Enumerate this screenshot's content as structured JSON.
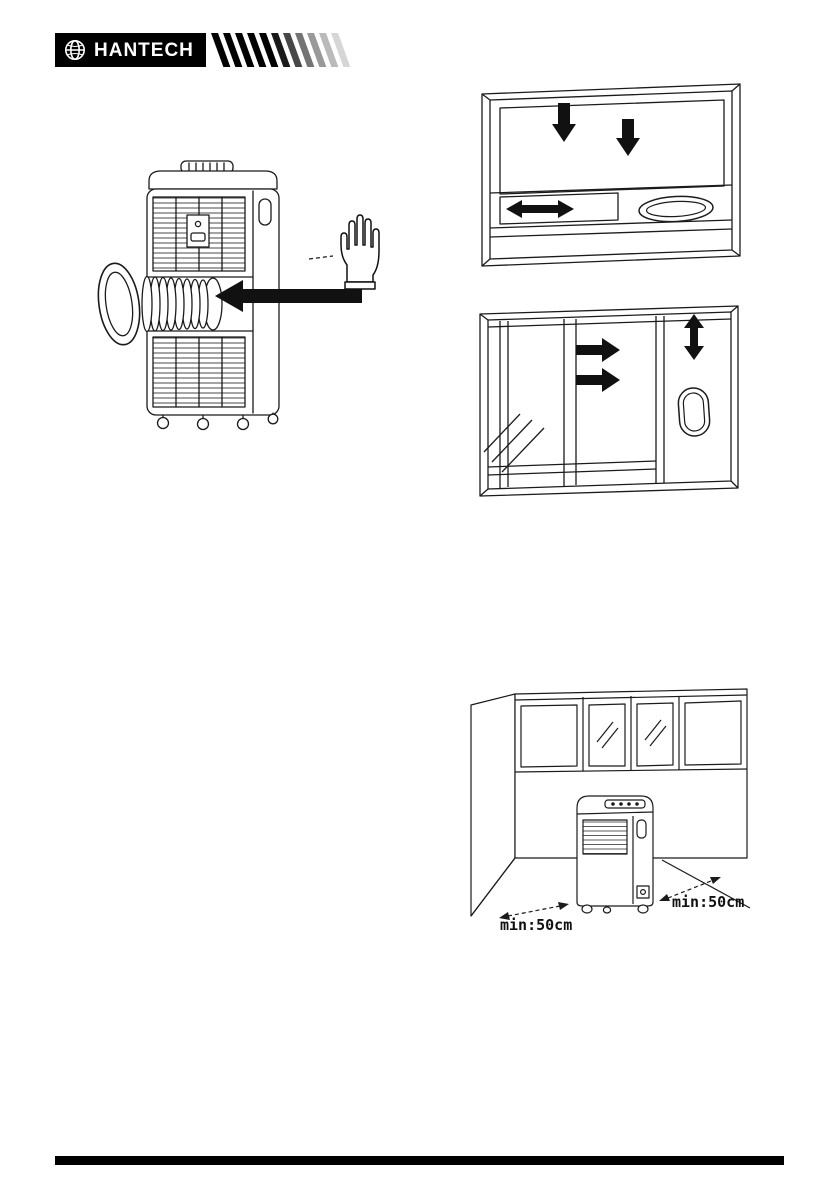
{
  "colors": {
    "ink": "#1b1b1b",
    "brand_bg": "#000000",
    "paper": "#ffffff"
  },
  "brand": {
    "name": "HANTECH"
  },
  "figures": {
    "room": {
      "clearance_left": "min:50cm",
      "clearance_right": "min:50cm"
    }
  },
  "icons": {
    "globe": "globe-icon",
    "hand": "hand-icon",
    "attach_arrow": "arrow-left-icon",
    "down_arrow": "arrow-down-icon",
    "right_arrow": "arrow-right-icon",
    "horizontal_adjust": "arrow-left-right-icon",
    "vertical_adjust": "arrow-up-down-icon"
  }
}
